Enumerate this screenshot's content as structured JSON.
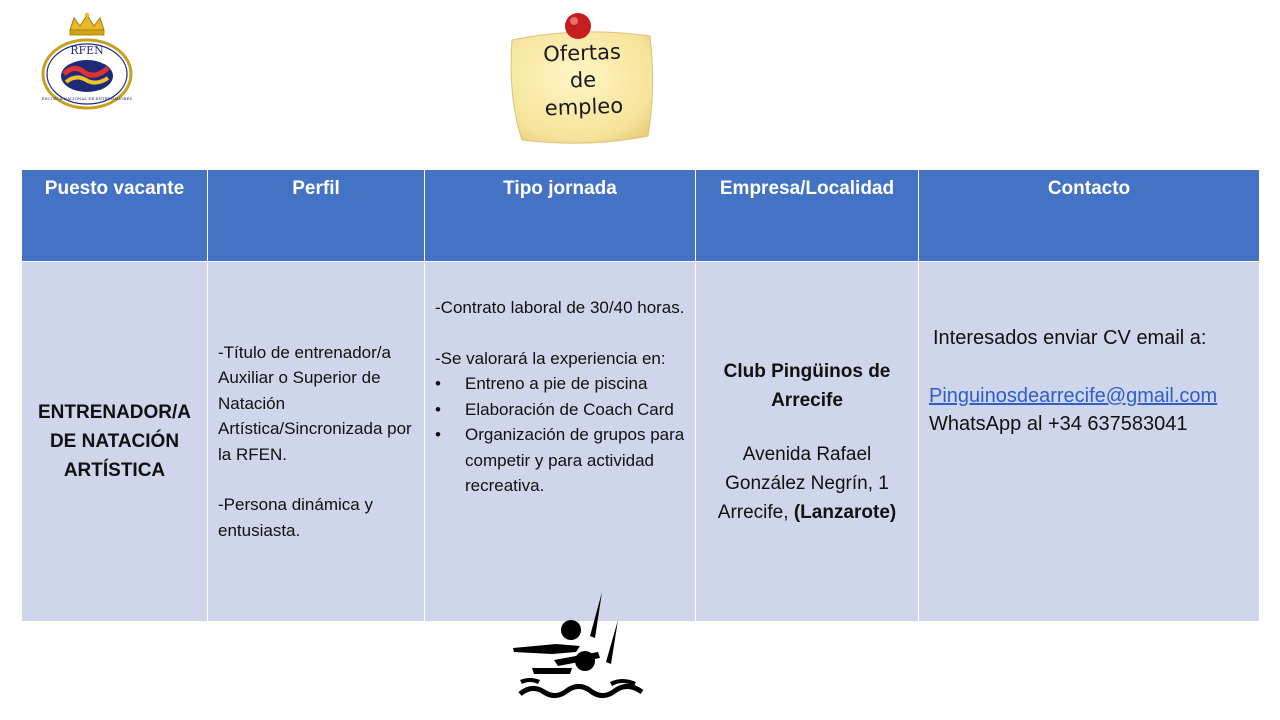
{
  "logo": {
    "text": "RFEN",
    "subtext": "ESCUELA NACIONAL DE ENTRENADORES"
  },
  "note": {
    "lines": [
      "Ofertas",
      "de",
      "empleo"
    ]
  },
  "table": {
    "headers": [
      "Puesto vacante",
      "Perfil",
      "Tipo jornada",
      "Empresa/Localidad",
      "Contacto"
    ],
    "puesto": [
      "ENTRENADOR/A",
      "DE NATACIÓN",
      "ARTÍSTICA"
    ],
    "perfil": {
      "p1": "-Título de entrenador/a  Auxiliar o Superior de Natación Artística/Sincronizada por la RFEN.",
      "p2": "-Persona dinámica y entusiasta."
    },
    "tipo": {
      "p1": "-Contrato laboral de 30/40 horas.",
      "p2": "-Se valorará la experiencia en:",
      "items": [
        "Entreno a pie de piscina",
        "Elaboración de Coach Card",
        "Organización de grupos para competir y para actividad recreativa."
      ]
    },
    "empresa": {
      "name": "Club Pingüinos de Arrecife",
      "address1": "Avenida Rafael González Negrín, 1",
      "city": "Arrecife,",
      "island": "(Lanzarote)"
    },
    "contacto": {
      "intro": "Interesados enviar CV email a:",
      "email": "Pinguinosdearrecife@gmail.com",
      "whatsapp": "WhatsApp al +34 637583041"
    }
  },
  "colors": {
    "header": "#4472C4",
    "cell": "#CFD5EA",
    "link": "#2F5FC4"
  },
  "icons": {
    "bottom": "synchronized-swimmer-icon",
    "pin": "push-pin-icon"
  }
}
